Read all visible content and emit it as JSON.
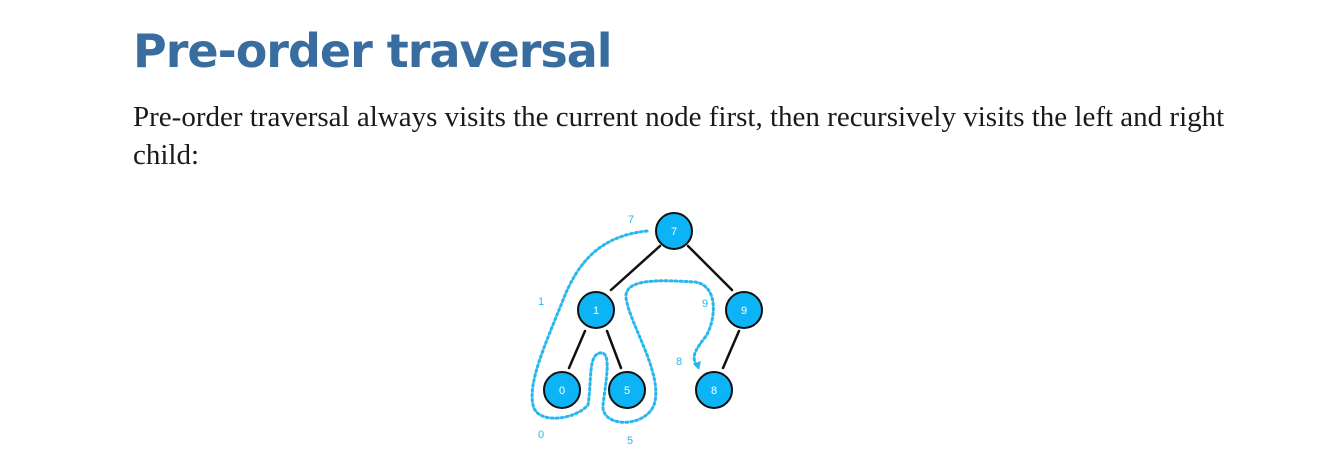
{
  "section": {
    "title": "Pre-order traversal",
    "description": "Pre-order traversal always visits the current node first, then recursively visits the left and right child:"
  },
  "figure": {
    "colors": {
      "node_fill": "#0cb4f5",
      "node_stroke": "#111111",
      "edge": "#111111",
      "traversal_path": "#2ab7ee",
      "label": "#2ab7ee"
    },
    "nodes": [
      "7",
      "1",
      "9",
      "0",
      "5",
      "8"
    ],
    "step_labels": [
      "7",
      "1",
      "9",
      "8",
      "0",
      "5"
    ]
  }
}
